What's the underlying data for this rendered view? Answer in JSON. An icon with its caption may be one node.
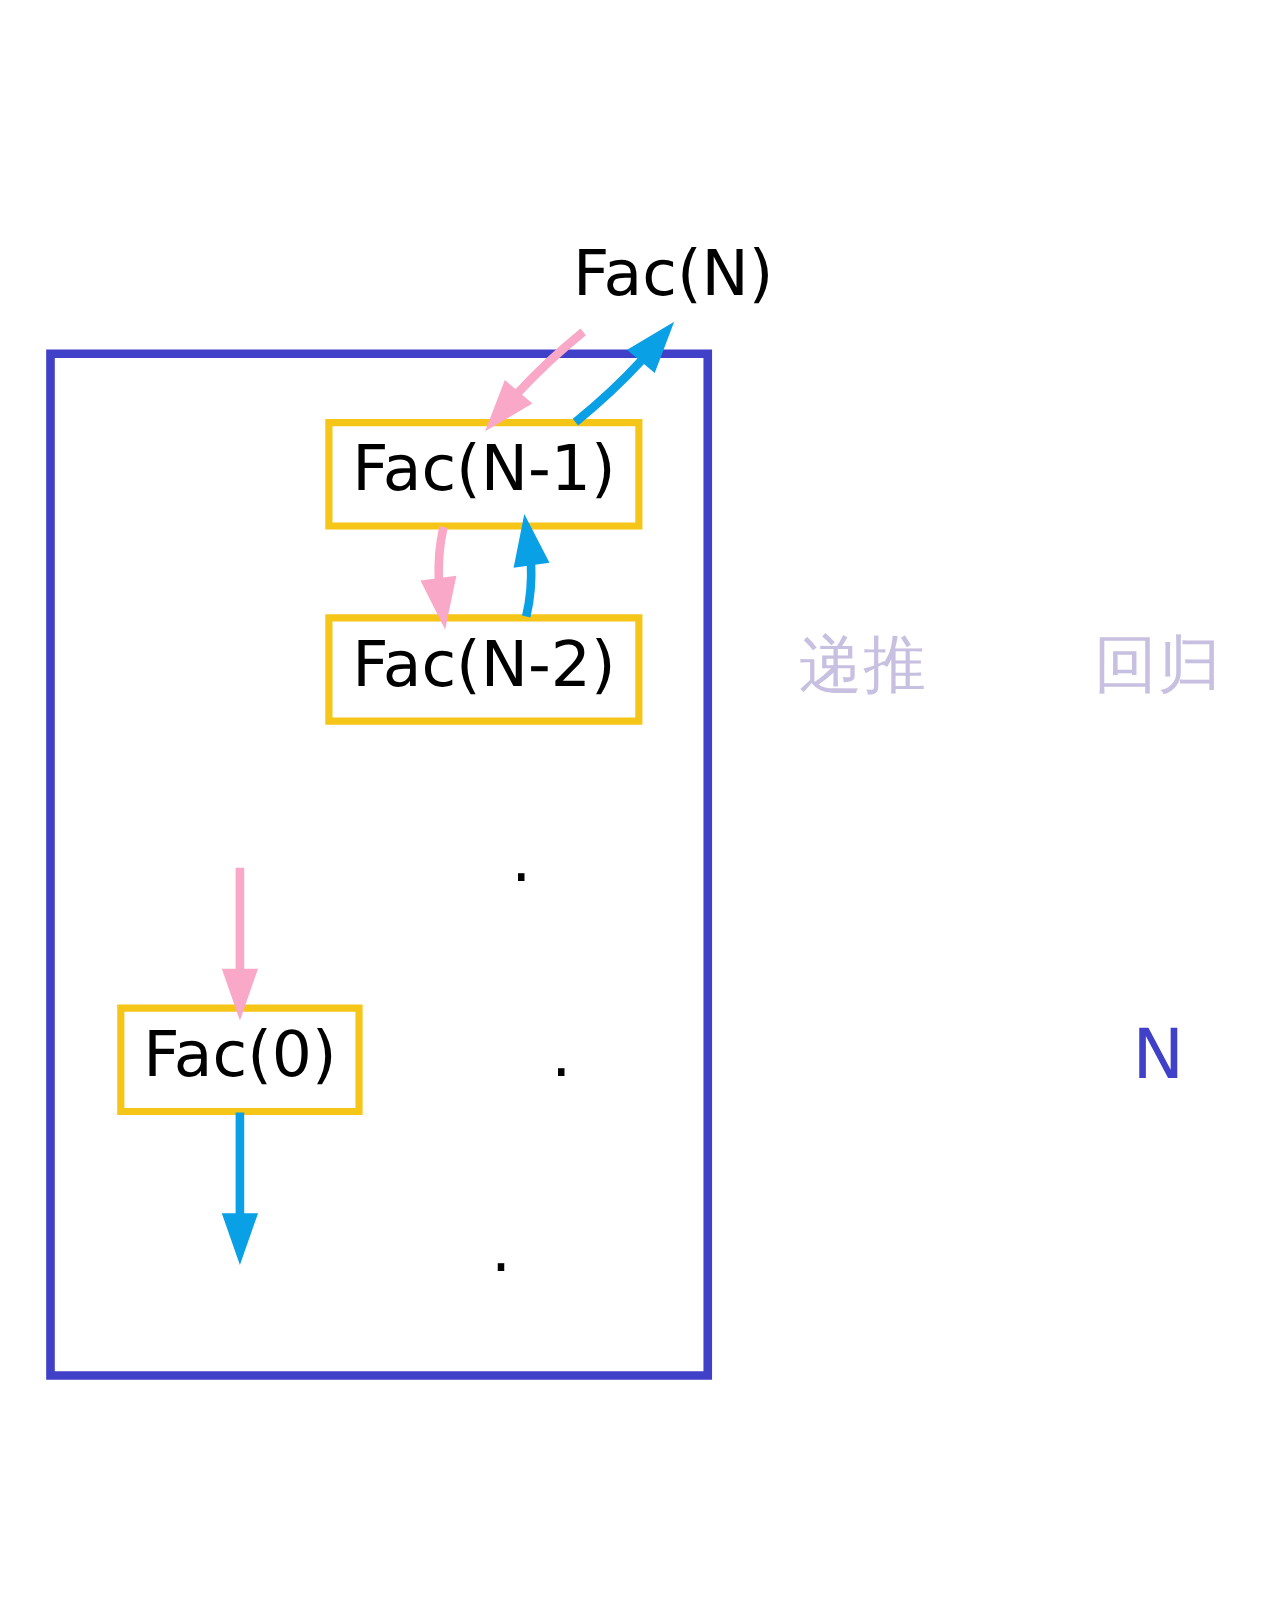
{
  "diagram": {
    "nodes": [
      {
        "text": [
          "Fac(N)"
        ]
      },
      {
        "text": [],
        "shape": "box"
      },
      {
        "text": [
          "Fac(N-1)"
        ],
        "in": 1
      },
      {
        "text": [
          "Fac(N-2)"
        ],
        "in": 1
      },
      {
        "text": [
          "Fac(0)"
        ],
        "in": 1
      }
    ],
    "edges": [
      {
        "from": 0,
        "to": 2,
        "arrow": "to",
        "color": "#f9a8c8"
      },
      {
        "from": 2,
        "to": 3,
        "arrow": "to",
        "color": "#f9a8c8"
      },
      {
        "from": null,
        "to": 4,
        "arrow": "to",
        "color": "#f9a8c8"
      },
      {
        "from": 4,
        "to": null,
        "arrow": "to",
        "color": "#0aa0e6"
      },
      {
        "from": 3,
        "to": 2,
        "arrow": "to",
        "color": "#0aa0e6"
      },
      {
        "from": 2,
        "to": 0,
        "arrow": "to",
        "color": "#0aa0e6"
      }
    ],
    "labels": [
      "递推",
      "回归",
      "N",
      ".",
      ".",
      "."
    ]
  }
}
